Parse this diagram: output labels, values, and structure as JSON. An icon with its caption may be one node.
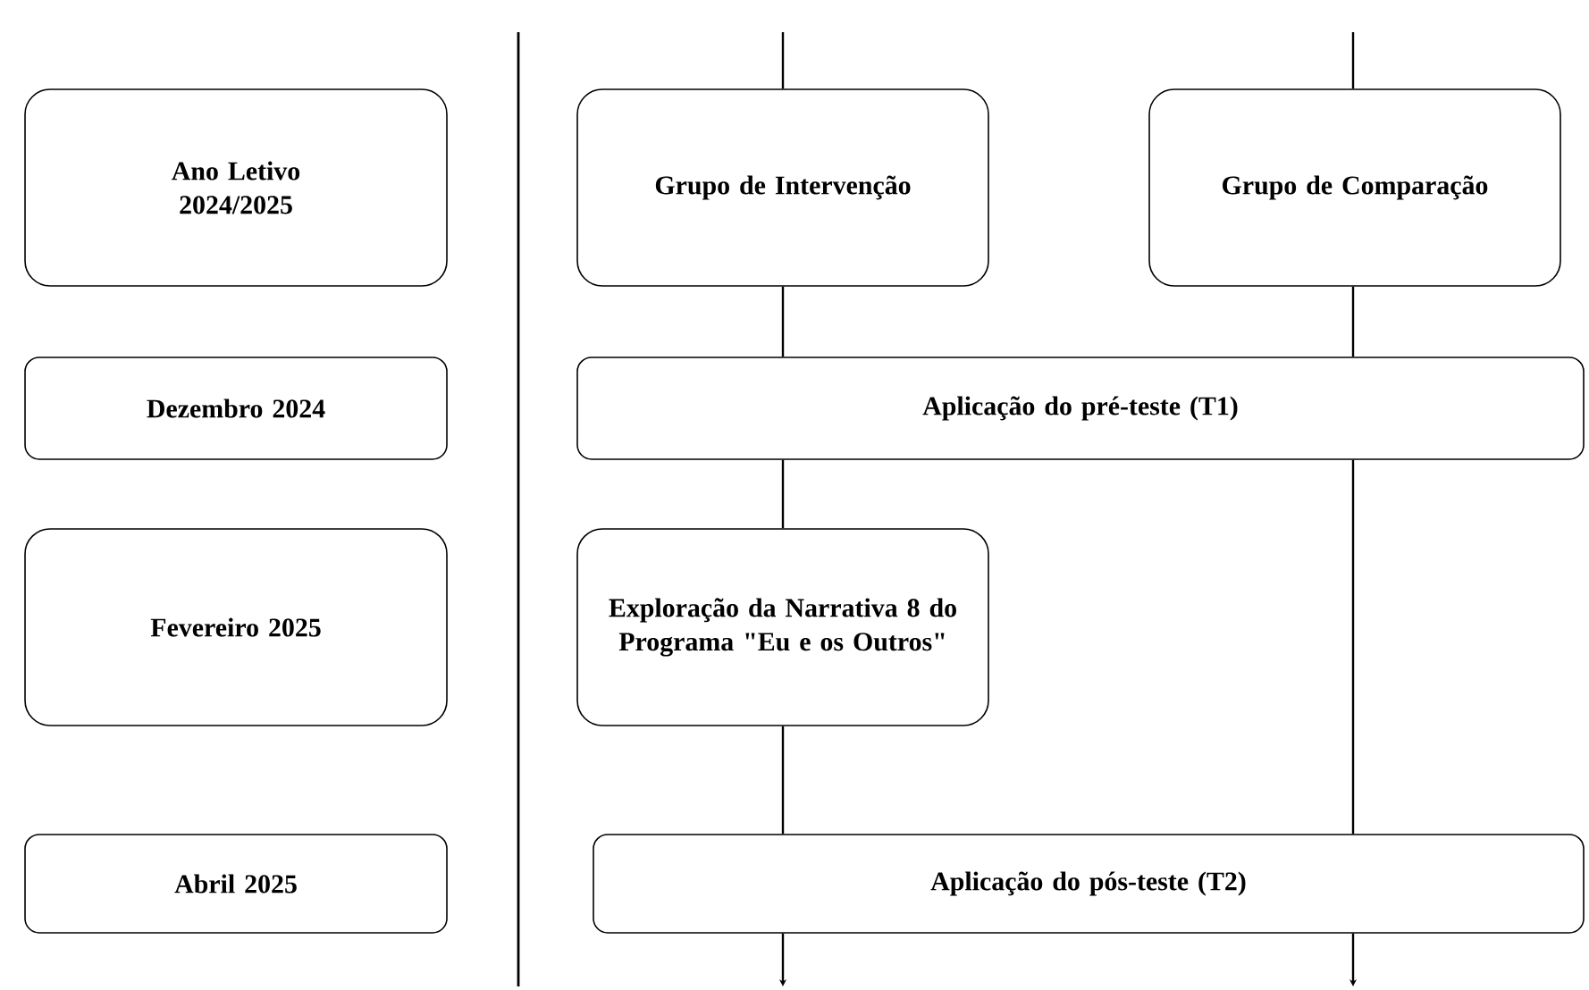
{
  "diagram": {
    "nodes": [
      {
        "text": [
          "Ano Letivo 2024/2025"
        ]
      },
      {
        "text": [
          "Grupo de Intervenção"
        ]
      },
      {
        "text": [
          "Grupo de Comparação"
        ]
      },
      {
        "text": [
          "Dezembro 2024"
        ]
      },
      {
        "text": [
          "Aplicação do pré-teste (T1)"
        ]
      },
      {
        "text": [
          "Fevereiro 2025"
        ]
      },
      {
        "text": [
          "Exploração da Narrativa 8 do Programa \"Eu e os Outros\""
        ]
      },
      {
        "text": [
          "Abril 2025"
        ]
      },
      {
        "text": [
          "Aplicação do pós-teste (T2)"
        ]
      }
    ],
    "edges": [
      {
        "from": null,
        "to": 1,
        "arrow": "none"
      },
      {
        "from": 1,
        "to": 4,
        "arrow": "none"
      },
      {
        "from": 4,
        "to": 6,
        "arrow": "none"
      },
      {
        "from": 6,
        "to": 8,
        "arrow": "none"
      },
      {
        "from": 8,
        "to": null,
        "arrow": "to"
      },
      {
        "from": null,
        "to": 2,
        "arrow": "none"
      },
      {
        "from": 2,
        "to": 4,
        "arrow": "none"
      },
      {
        "from": 4,
        "to": 8,
        "arrow": "none"
      },
      {
        "from": 8,
        "to": null,
        "arrow": "to"
      }
    ]
  }
}
